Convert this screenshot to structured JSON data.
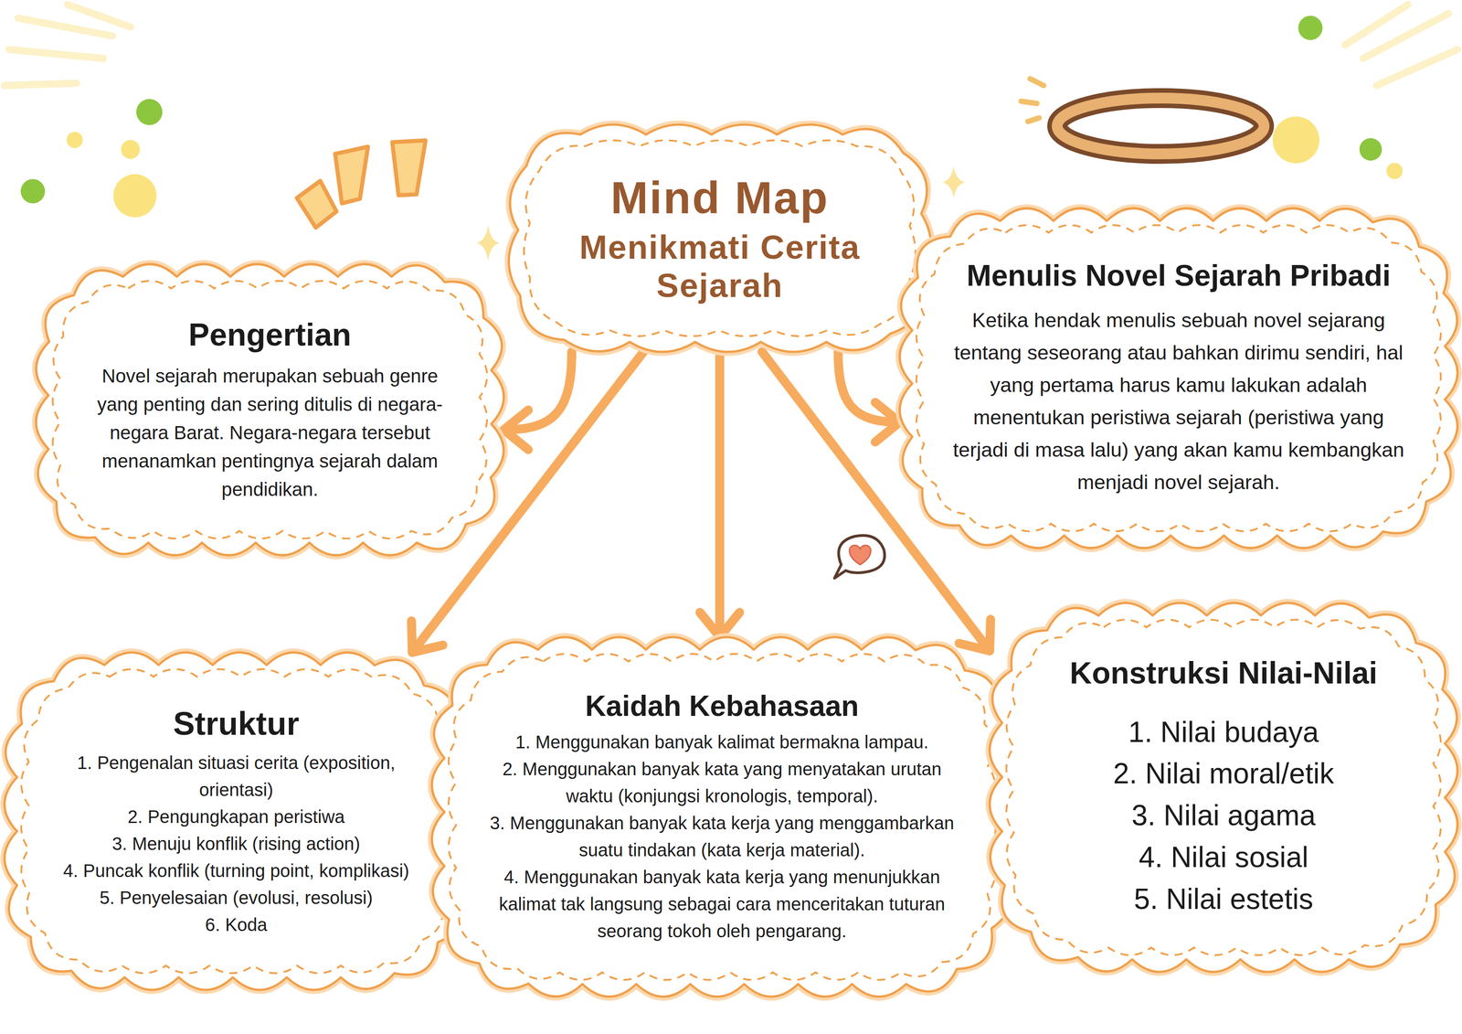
{
  "diagram": {
    "nodes": [
      {
        "text": [
          "Mind Map",
          "Menikmati Cerita Sejarah"
        ]
      },
      {
        "text": [
          "Pengertian",
          "Novel sejarah merupakan sebuah genre yang penting dan sering ditulis di negara-negara Barat. Negara-negara tersebut menanamkan pentingnya sejarah dalam pendidikan."
        ]
      },
      {
        "text": [
          "Menulis Novel Sejarah Pribadi",
          "Ketika hendak menulis sebuah novel sejarang tentang seseorang atau bahkan dirimu sendiri, hal yang pertama harus kamu lakukan adalah menentukan peristiwa sejarah (peristiwa yang terjadi di masa lalu) yang akan kamu kembangkan menjadi novel sejarah."
        ]
      },
      {
        "text": [
          "Struktur",
          "1. Pengenalan situasi cerita (exposition, orientasi)",
          "2. Pengungkapan peristiwa",
          "3. Menuju konflik (rising action)",
          "4. Puncak konflik (turning point, komplikasi)",
          "5. Penyelesaian (evolusi, resolusi)",
          "6. Koda"
        ]
      },
      {
        "text": [
          "Kaidah Kebahasaan",
          "1. Menggunakan banyak kalimat bermakna lampau.",
          "2. Menggunakan banyak kata yang menyatakan urutan waktu (konjungsi kronologis, temporal).",
          "3. Menggunakan banyak kata kerja yang menggambarkan suatu tindakan (kata kerja material).",
          "4. Menggunakan banyak kata kerja yang menunjukkan kalimat tak langsung sebagai cara menceritakan tuturan seorang tokoh oleh pengarang."
        ]
      },
      {
        "text": [
          "Konstruksi Nilai-Nilai",
          "1. Nilai budaya",
          "2. Nilai moral/etik",
          "3. Nilai agama",
          "4. Nilai sosial",
          "5. Nilai estetis"
        ]
      }
    ],
    "edges": [
      {
        "from": 0,
        "to": 1,
        "arrow": "to"
      },
      {
        "from": 0,
        "to": 2,
        "arrow": "to"
      },
      {
        "from": 0,
        "to": 3,
        "arrow": "to"
      },
      {
        "from": 0,
        "to": 4,
        "arrow": "to"
      },
      {
        "from": 0,
        "to": 5,
        "arrow": "to"
      }
    ]
  }
}
